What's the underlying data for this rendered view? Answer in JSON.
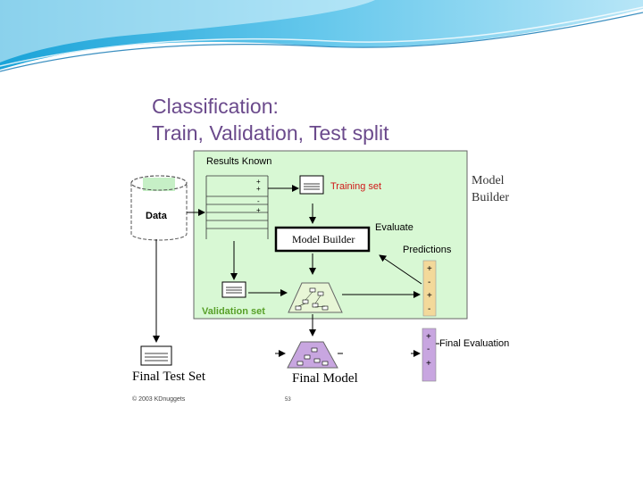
{
  "slide": {
    "title_line1": "Classification:",
    "title_line2": "Train, Validation, Test split"
  },
  "diagram": {
    "results_known": "Results Known",
    "data_label": "Data",
    "training_set": "Training set",
    "model_builder_side": "Model\nBuilder",
    "model_builder_box": "Model Builder",
    "evaluate": "Evaluate",
    "predictions": "Predictions",
    "validation_set": "Validation set",
    "final_evaluation": "Final Evaluation",
    "final_test_set": "Final Test Set",
    "final_model": "Final Model",
    "copyright": "© 2003 KDnuggets",
    "page_number": "53",
    "plus": "+",
    "minus": "-",
    "colors": {
      "title": "#6b4a8c",
      "green_panel": "#d8f8d4",
      "training_label": "#d01818",
      "validation_label": "#58a028",
      "predictions_bar": "#f3d99a",
      "final_purple": "#c8a6e0"
    }
  }
}
